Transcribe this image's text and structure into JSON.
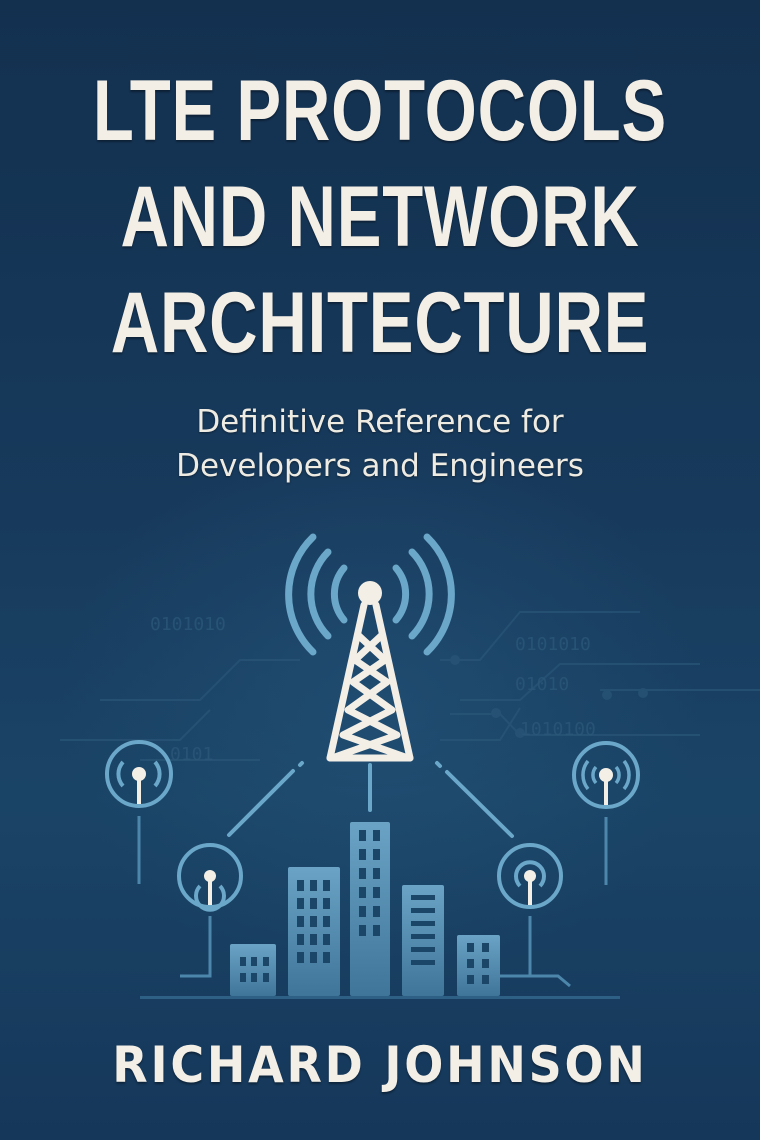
{
  "cover": {
    "title_lines": [
      "LTE PROTOCOLS",
      "AND NETWORK",
      "ARCHITECTURE"
    ],
    "subtitle_lines": [
      "Definitive Reference for",
      "Developers and Engineers"
    ],
    "author": "RICHARD JOHNSON",
    "illustration": {
      "central_icon": "cell-tower-icon",
      "node_icons": [
        "antenna-node-icon",
        "antenna-node-icon",
        "antenna-node-icon",
        "antenna-node-icon"
      ],
      "skyline_icon": "city-buildings-icon",
      "background_pattern": "circuit-binary-pattern",
      "binary_text": [
        "0101010",
        "01010",
        "1010100"
      ]
    },
    "colors": {
      "background": "#14304f",
      "text": "#f3efe6",
      "accent_blue": "#6fa8c8",
      "building_blue": "#5b93b6"
    }
  }
}
